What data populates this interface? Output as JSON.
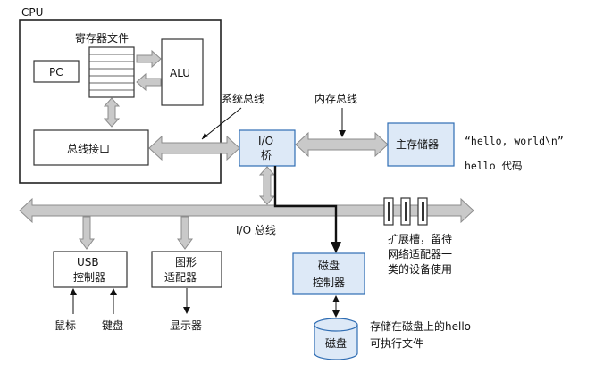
{
  "cpu": {
    "title": "CPU",
    "register_file_label": "寄存器文件",
    "pc_label": "PC",
    "alu_label": "ALU",
    "bus_interface_label": "总线接口"
  },
  "buses": {
    "system_bus_label": "系统总线",
    "memory_bus_label": "内存总线",
    "io_bus_label": "I/O 总线"
  },
  "io_bridge": {
    "line1": "I/O",
    "line2": "桥"
  },
  "main_memory": {
    "label": "主存储器",
    "hello_string": "“hello, world\\n”",
    "hello_code": "hello 代码"
  },
  "usb_controller": {
    "line1": "USB",
    "line2": "控制器"
  },
  "graphics_adapter": {
    "line1": "图形",
    "line2": "适配器"
  },
  "disk_controller": {
    "line1": "磁盘",
    "line2": "控制器"
  },
  "devices": {
    "mouse": "鼠标",
    "keyboard": "键盘",
    "display": "显示器",
    "disk": "磁盘"
  },
  "expansion_note": [
    "扩展槽，留待",
    "网络适配器一",
    "类的设备使用"
  ],
  "disk_note": [
    "存储在磁盘上的hello",
    "可执行文件"
  ]
}
